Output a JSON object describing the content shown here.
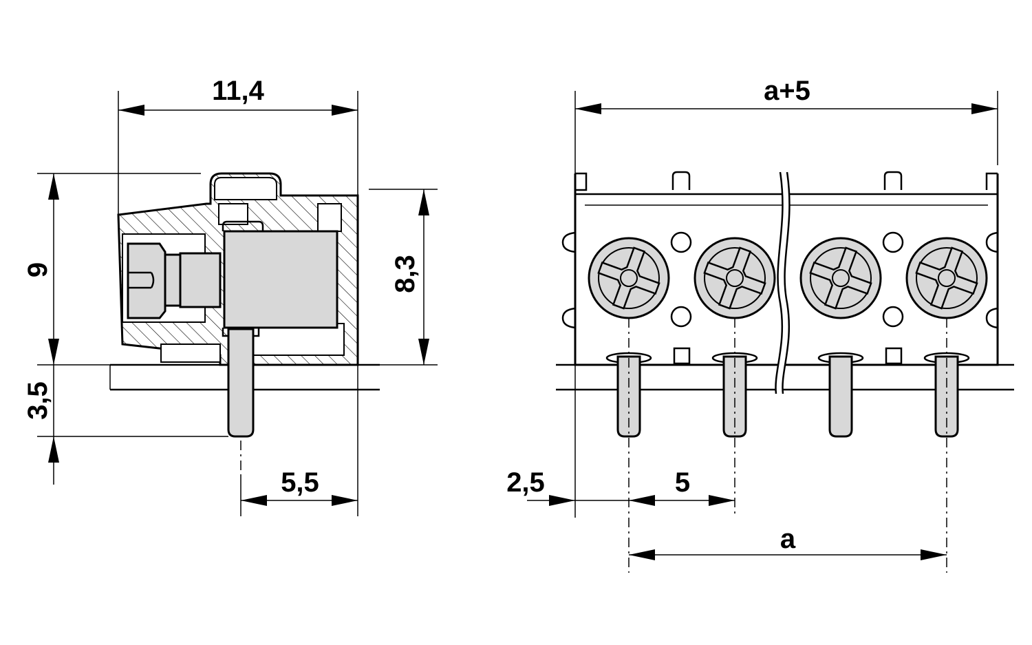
{
  "dimensions": {
    "side_width": "11,4",
    "side_height": "9",
    "side_body_height": "8,3",
    "pin_length": "3,5",
    "pin_to_back": "5,5",
    "front_total_width": "a+5",
    "edge_to_pin": "2,5",
    "pitch": "5",
    "span": "a"
  }
}
